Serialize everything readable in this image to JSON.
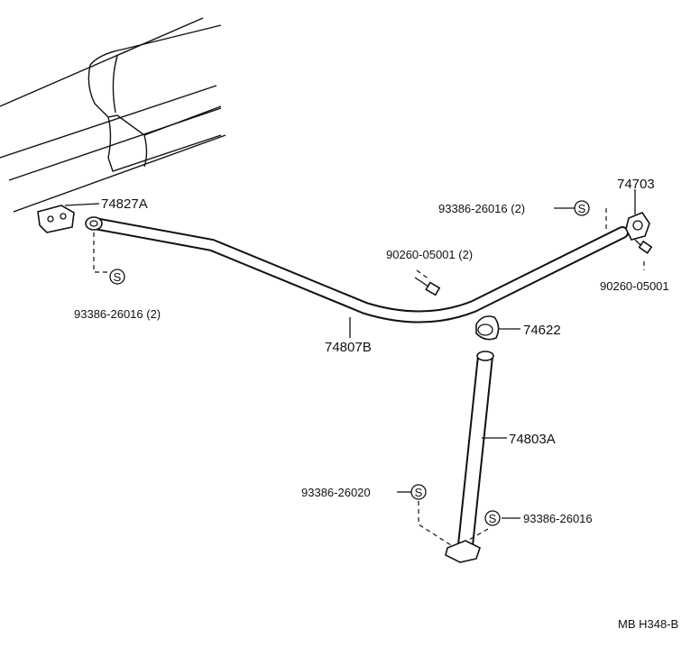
{
  "parts": {
    "bracket_left": "74827A",
    "bolt_left": "93386-26016 (2)",
    "bar_main": "74807B",
    "screw_mid": "90260-05001 (2)",
    "bolt_right_top": "93386-26016 (2)",
    "bracket_right": "74703",
    "screw_right": "90260-05001",
    "joint": "74622",
    "bar_vertical": "74803A",
    "bolt_bottom_left": "93386-26020",
    "bolt_bottom_right": "93386-26016"
  },
  "symbol": "S",
  "diagram_code": "MB H348-B"
}
